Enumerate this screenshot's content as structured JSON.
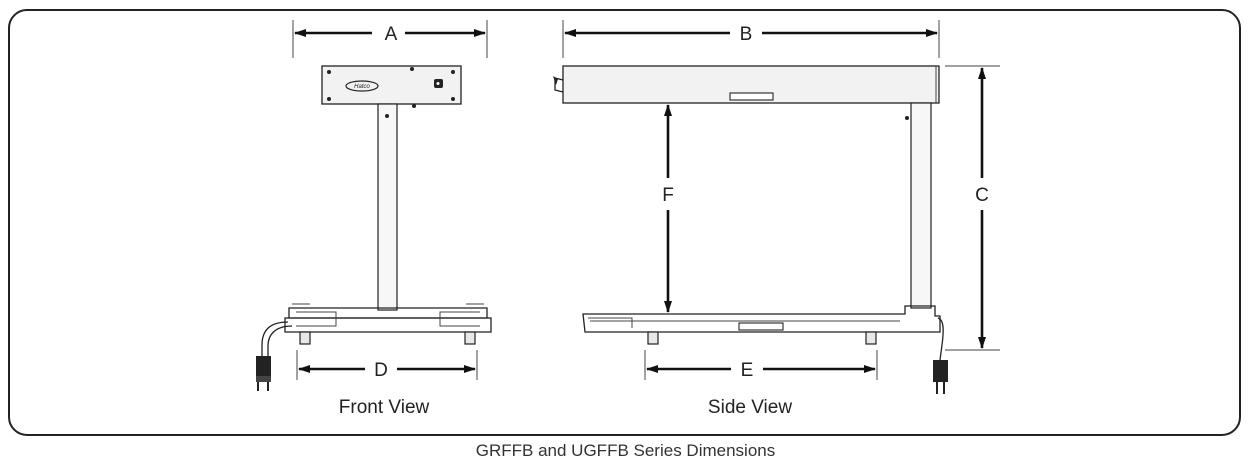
{
  "diagram": {
    "caption": "GRFFB and UGFFB Series Dimensions",
    "views": {
      "front": "Front View",
      "side": "Side View"
    },
    "dimensions": {
      "A": "A",
      "B": "B",
      "C": "C",
      "D": "D",
      "E": "E",
      "F": "F"
    },
    "logo_text": "Hatco"
  }
}
